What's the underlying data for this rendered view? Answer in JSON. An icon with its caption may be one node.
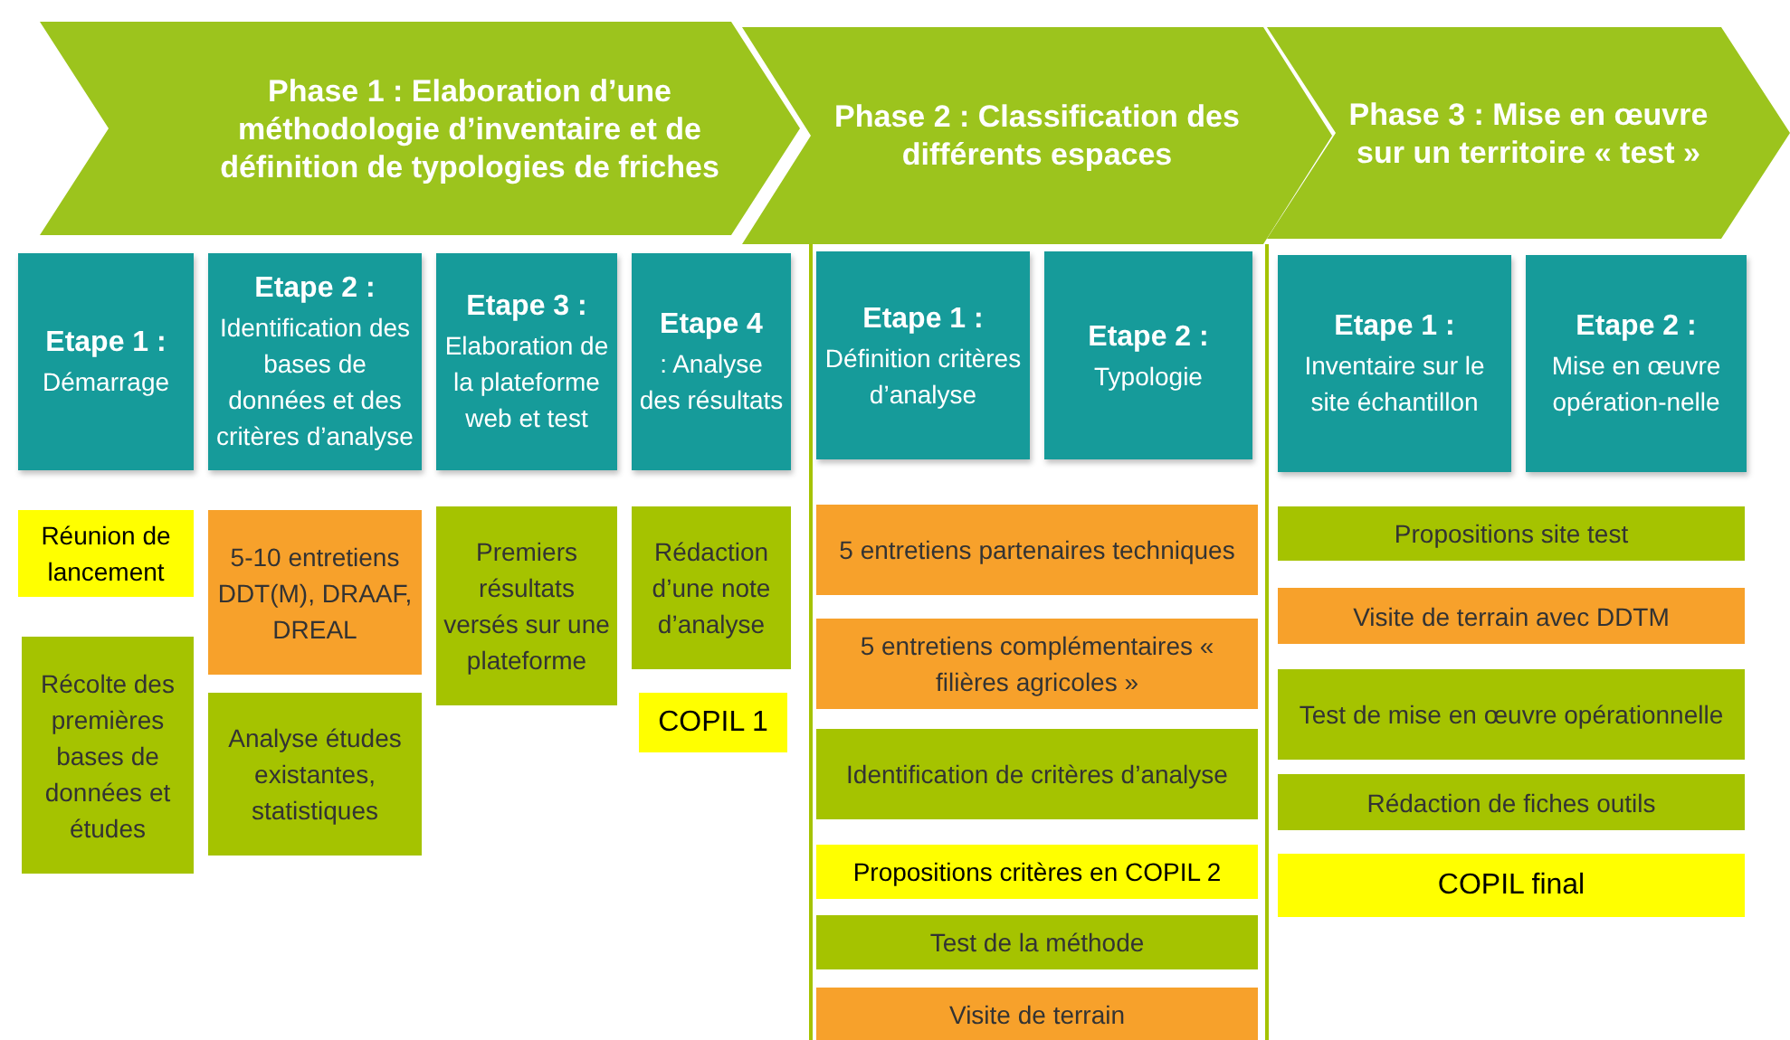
{
  "diagram": {
    "nodes": [
      {
        "text": [
          "Phase 1 : Elaboration d’une méthodologie d’inventaire et de définition de typologies de friches"
        ]
      },
      {
        "text": [
          "Phase 2 : Classification des différents espaces"
        ]
      },
      {
        "text": [
          "Phase 3 : Mise en œuvre sur un territoire « test »"
        ]
      },
      {
        "text": [
          "Etape 1 :",
          "Démarrage"
        ]
      },
      {
        "text": [
          "Etape 2 :",
          "Identification des bases de données et des critères d’analyse"
        ]
      },
      {
        "text": [
          "Etape 3 :",
          "Elaboration de la plateforme web et test"
        ]
      },
      {
        "text": [
          "Etape 4",
          ": Analyse des résultats"
        ]
      },
      {
        "text": [
          "Etape 1 :",
          "Définition critères d’analyse"
        ]
      },
      {
        "text": [
          "Etape 2 :",
          "Typologie"
        ]
      },
      {
        "text": [
          "Etape 1 :",
          "Inventaire sur le site échantillon"
        ]
      },
      {
        "text": [
          "Etape 2 :",
          "Mise en œuvre opération-nelle"
        ]
      },
      {
        "text": [
          "Réunion de lancement"
        ]
      },
      {
        "text": [
          "Récolte des premières bases de données et études"
        ]
      },
      {
        "text": [
          "5-10 entretiens DDT(M), DRAAF, DREAL"
        ]
      },
      {
        "text": [
          "Analyse études existantes, statistiques"
        ]
      },
      {
        "text": [
          "Premiers résultats versés sur une plateforme"
        ]
      },
      {
        "text": [
          "Rédaction d’une note d’analyse"
        ]
      },
      {
        "text": [
          "COPIL 1"
        ]
      },
      {
        "text": [
          "5 entretiens partenaires techniques"
        ]
      },
      {
        "text": [
          "5 entretiens complémentaires « filières agricoles »"
        ]
      },
      {
        "text": [
          "Identification de critères d’analyse"
        ]
      },
      {
        "text": [
          "Propositions critères en COPIL 2"
        ]
      },
      {
        "text": [
          "Test de la méthode"
        ]
      },
      {
        "text": [
          "Visite de terrain"
        ]
      },
      {
        "text": [
          "Propositions site test"
        ]
      },
      {
        "text": [
          "Visite de terrain avec DDTM"
        ]
      },
      {
        "text": [
          "Test de mise en œuvre opérationnelle"
        ]
      },
      {
        "text": [
          "Rédaction de fiches outils"
        ]
      },
      {
        "text": [
          "COPIL final"
        ]
      }
    ]
  }
}
